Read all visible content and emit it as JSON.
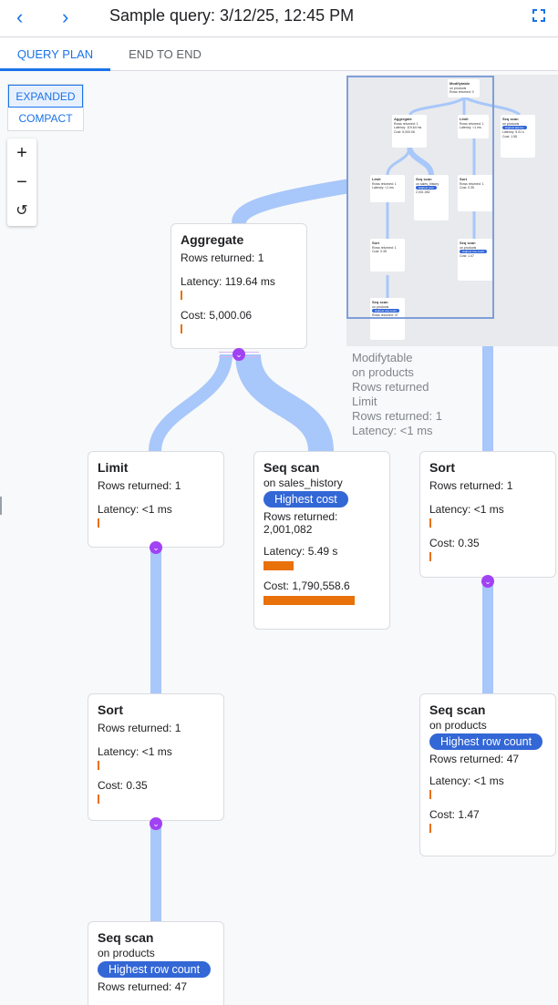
{
  "header": {
    "title": "Sample query: 3/12/25, 12:45 PM",
    "back_icon": "chevron-left-icon",
    "forward_icon": "chevron-right-icon",
    "fullscreen_icon": "fullscreen-icon"
  },
  "tabs": [
    {
      "label": "QUERY PLAN",
      "active": true
    },
    {
      "label": "END TO END",
      "active": false
    }
  ],
  "view_toggle": {
    "options": [
      "EXPANDED",
      "COMPACT"
    ],
    "selected": "EXPANDED"
  },
  "zoom_controls": {
    "zoom_in": "+",
    "zoom_out": "−",
    "reset": "↺"
  },
  "colors": {
    "accent": "#1a73e8",
    "edge": "#a8c7fa",
    "bar": "#e8710a",
    "badge": "#3367d6",
    "chevron": "#a142f4"
  },
  "nodes": {
    "aggregate": {
      "title": "Aggregate",
      "rows": "Rows returned: 1",
      "latency": "Latency: 119.64 ms",
      "cost": "Cost: 5,000.06"
    },
    "limit": {
      "title": "Limit",
      "rows": "Rows returned: 1",
      "latency": "Latency: <1 ms"
    },
    "seq_sales": {
      "title": "Seq scan",
      "on": "on sales_history",
      "badge": "Highest cost",
      "rows": "Rows returned:",
      "rows_value": "2,001,082",
      "latency": "Latency: 5.49 s",
      "cost": "Cost: 1,790,558.6",
      "latency_fraction": 0.33,
      "cost_fraction": 1.0
    },
    "sort_right": {
      "title": "Sort",
      "rows": "Rows returned: 1",
      "latency": "Latency: <1 ms",
      "cost": "Cost: 0.35"
    },
    "sort_left": {
      "title": "Sort",
      "rows": "Rows returned: 1",
      "latency": "Latency: <1 ms",
      "cost": "Cost: 0.35"
    },
    "seq_products_right": {
      "title": "Seq scan",
      "on": "on products",
      "badge": "Highest row count",
      "rows": "Rows returned: 47",
      "latency": "Latency: <1 ms",
      "cost": "Cost: 1.47"
    },
    "seq_products_bottom": {
      "title": "Seq scan",
      "on": "on products",
      "badge": "Highest row count",
      "rows": "Rows returned: 47"
    }
  },
  "minimap": {
    "modify": {
      "title": "Modifytable",
      "on": "on products",
      "rows": "Rows returned: 0"
    },
    "seq_latency": {
      "title": "Seq scan",
      "on": "on products",
      "badge": "Highest latency",
      "latency": "Latency: 5.41 s",
      "cost": "Cost: 1.58"
    },
    "ghost": {
      "title": "Modifytable",
      "on": "on products",
      "rows": "Rows returned",
      "limit": "Limit",
      "limit_rows": "Rows returned: 1",
      "limit_latency": "Latency: <1 ms"
    }
  }
}
